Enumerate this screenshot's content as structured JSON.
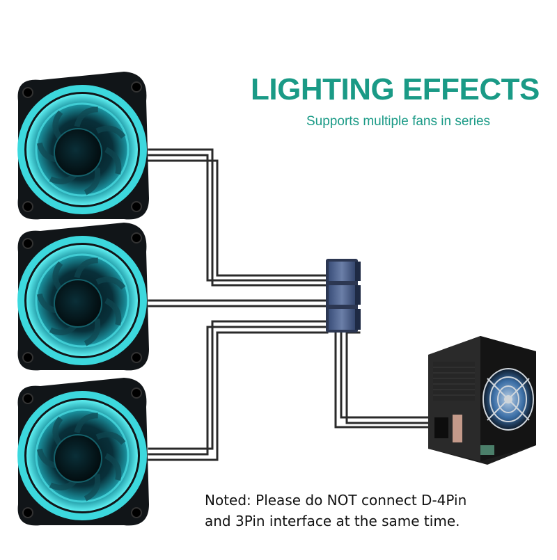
{
  "heading": {
    "title": "LIGHTING EFFECTS",
    "subtitle": "Supports multiple fans in series"
  },
  "note": {
    "line1": "Noted: Please do NOT connect D-4Pin",
    "line2": "and 3Pin interface at the same time."
  },
  "colors": {
    "accent": "#1a9a86",
    "glow": "#3fe3e8",
    "fan_body": "#111518",
    "cable": "#2a2a2a"
  },
  "icons": {
    "fans": [
      "fan-icon",
      "fan-icon",
      "fan-icon"
    ],
    "connector": "splitter-connector-icon",
    "psu": "power-supply-icon"
  }
}
